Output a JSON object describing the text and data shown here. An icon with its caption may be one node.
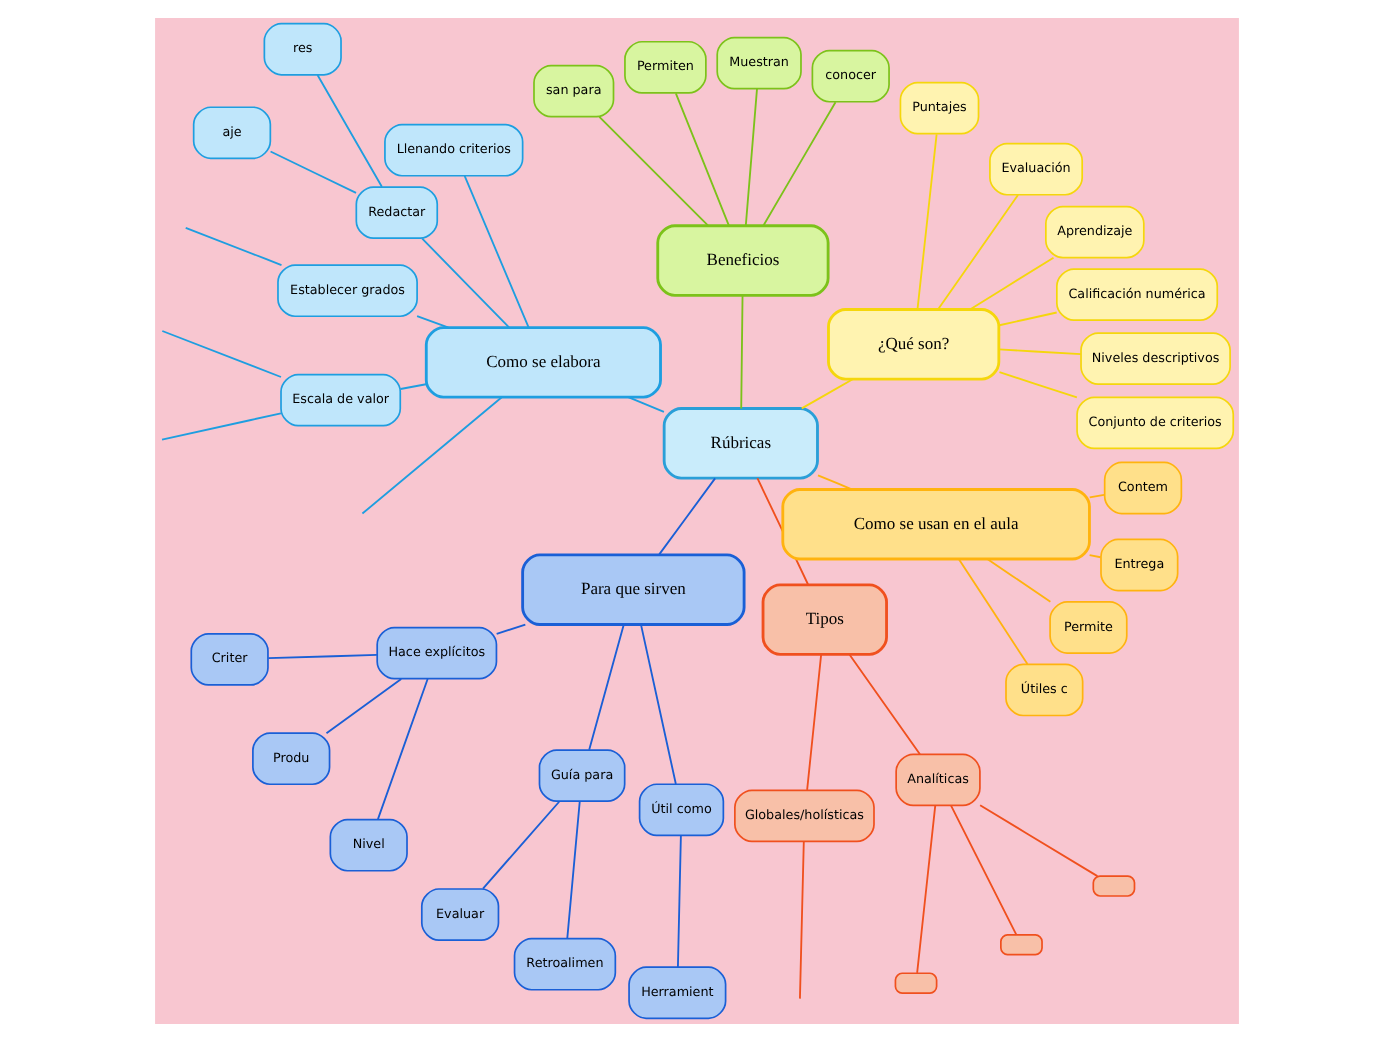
{
  "diagram": {
    "nodes": [
      {
        "text": [
          "Rúbricas"
        ]
      },
      {
        "text": [
          "¿Qué son?"
        ]
      },
      {
        "text": [
          "Conjunto de criterios"
        ]
      },
      {
        "text": [
          "Niveles descriptivos"
        ]
      },
      {
        "text": [
          "Calificación numérica"
        ]
      },
      {
        "text": [
          "Aprendizaje"
        ]
      },
      {
        "text": [
          "Evaluación"
        ]
      },
      {
        "text": [
          "Puntajes"
        ]
      },
      {
        "text": [
          "Beneficios"
        ]
      },
      {
        "text": [
          "conocer"
        ]
      },
      {
        "text": [
          "Muestran"
        ]
      },
      {
        "text": [
          "Permiten"
        ]
      },
      {
        "text": [
          "san para"
        ]
      },
      {
        "text": [
          "Como se elabora"
        ]
      },
      {
        "text": [
          "Llenando criterios"
        ]
      },
      {
        "text": [
          "Redactar"
        ]
      },
      {
        "text": [
          "res"
        ]
      },
      {
        "text": [
          "aje"
        ]
      },
      {
        "text": [
          "Establecer grados"
        ]
      },
      {
        "text": [
          "Escala de valor"
        ]
      },
      {
        "text": [
          "Para que sirven"
        ]
      },
      {
        "text": [
          "Hace explícitos"
        ]
      },
      {
        "text": [
          "Criter"
        ]
      },
      {
        "text": [
          "Produ"
        ]
      },
      {
        "text": [
          "Nivel"
        ]
      },
      {
        "text": [
          "Guía para"
        ]
      },
      {
        "text": [
          "Evaluar"
        ]
      },
      {
        "text": [
          "Retroalimen"
        ]
      },
      {
        "text": [
          "Útil como"
        ]
      },
      {
        "text": [
          "Herramient"
        ]
      },
      {
        "text": [
          "Tipos"
        ]
      },
      {
        "text": [
          "Globales/holísticas"
        ]
      },
      {
        "text": [
          "Analíticas"
        ]
      },
      {
        "text": [],
        "shape": "box"
      },
      {
        "text": [],
        "shape": "box"
      },
      {
        "text": [],
        "shape": "box"
      },
      {
        "text": [
          "Como se usan en el aula"
        ]
      },
      {
        "text": [
          "Útiles c"
        ]
      },
      {
        "text": [
          "Permite"
        ]
      },
      {
        "text": [
          "Entrega"
        ]
      },
      {
        "text": [
          "Contem"
        ]
      }
    ],
    "edges": [
      {
        "from": 0,
        "to": 1,
        "arrow": "none",
        "color": "#f5d60c"
      },
      {
        "from": 1,
        "to": 2,
        "arrow": "none",
        "color": "#f5d60c"
      },
      {
        "from": 1,
        "to": 3,
        "arrow": "none",
        "color": "#f5d60c"
      },
      {
        "from": 1,
        "to": 4,
        "arrow": "none",
        "color": "#f5d60c"
      },
      {
        "from": 1,
        "to": 5,
        "arrow": "none",
        "color": "#f5d60c"
      },
      {
        "from": 1,
        "to": 6,
        "arrow": "none",
        "color": "#f5d60c"
      },
      {
        "from": 1,
        "to": 7,
        "arrow": "none",
        "color": "#f5d60c"
      },
      {
        "from": 0,
        "to": 8,
        "arrow": "none",
        "color": "#7cc21a"
      },
      {
        "from": 8,
        "to": 9,
        "arrow": "none",
        "color": "#7cc21a"
      },
      {
        "from": 8,
        "to": 10,
        "arrow": "none",
        "color": "#7cc21a"
      },
      {
        "from": 8,
        "to": 11,
        "arrow": "none",
        "color": "#7cc21a"
      },
      {
        "from": 8,
        "to": 12,
        "arrow": "none",
        "color": "#7cc21a"
      },
      {
        "from": 0,
        "to": 13,
        "arrow": "none",
        "color": "#1e9ee0"
      },
      {
        "from": 13,
        "to": 14,
        "arrow": "none",
        "color": "#1e9ee0"
      },
      {
        "from": 13,
        "to": 15,
        "arrow": "none",
        "color": "#1e9ee0"
      },
      {
        "from": 15,
        "to": 16,
        "arrow": "none",
        "color": "#1e9ee0"
      },
      {
        "from": 15,
        "to": 17,
        "arrow": "none",
        "color": "#1e9ee0"
      },
      {
        "from": 13,
        "to": 18,
        "arrow": "none",
        "color": "#1e9ee0"
      },
      {
        "from": 18,
        "to": null,
        "arrow": "none",
        "color": "#1e9ee0"
      },
      {
        "from": 13,
        "to": 19,
        "arrow": "none",
        "color": "#1e9ee0"
      },
      {
        "from": 19,
        "to": null,
        "arrow": "none",
        "color": "#1e9ee0"
      },
      {
        "from": 19,
        "to": null,
        "arrow": "none",
        "color": "#1e9ee0"
      },
      {
        "from": 13,
        "to": null,
        "arrow": "none",
        "color": "#1e9ee0"
      },
      {
        "from": 0,
        "to": 20,
        "arrow": "none",
        "color": "#1a5fd6"
      },
      {
        "from": 20,
        "to": 21,
        "arrow": "none",
        "color": "#1a5fd6"
      },
      {
        "from": 21,
        "to": 22,
        "arrow": "none",
        "color": "#1a5fd6"
      },
      {
        "from": 21,
        "to": 23,
        "arrow": "none",
        "color": "#1a5fd6"
      },
      {
        "from": 21,
        "to": 24,
        "arrow": "none",
        "color": "#1a5fd6"
      },
      {
        "from": 20,
        "to": 25,
        "arrow": "none",
        "color": "#1a5fd6"
      },
      {
        "from": 25,
        "to": 26,
        "arrow": "none",
        "color": "#1a5fd6"
      },
      {
        "from": 25,
        "to": 27,
        "arrow": "none",
        "color": "#1a5fd6"
      },
      {
        "from": 20,
        "to": 28,
        "arrow": "none",
        "color": "#1a5fd6"
      },
      {
        "from": 28,
        "to": 29,
        "arrow": "none",
        "color": "#1a5fd6"
      },
      {
        "from": 0,
        "to": 30,
        "arrow": "none",
        "color": "#f0501e"
      },
      {
        "from": 30,
        "to": 31,
        "arrow": "none",
        "color": "#f0501e"
      },
      {
        "from": 31,
        "to": null,
        "arrow": "none",
        "color": "#f0501e"
      },
      {
        "from": 30,
        "to": 32,
        "arrow": "none",
        "color": "#f0501e"
      },
      {
        "from": 32,
        "to": 33,
        "arrow": "none",
        "color": "#f0501e"
      },
      {
        "from": 32,
        "to": 34,
        "arrow": "none",
        "color": "#f0501e"
      },
      {
        "from": 32,
        "to": 35,
        "arrow": "none",
        "color": "#f0501e"
      },
      {
        "from": 0,
        "to": 36,
        "arrow": "none",
        "color": "#ffb30f"
      },
      {
        "from": 36,
        "to": 37,
        "arrow": "none",
        "color": "#ffb30f"
      },
      {
        "from": 36,
        "to": 38,
        "arrow": "none",
        "color": "#ffb30f"
      },
      {
        "from": 36,
        "to": 39,
        "arrow": "none",
        "color": "#ffb30f"
      },
      {
        "from": 36,
        "to": 40,
        "arrow": "none",
        "color": "#ffb30f"
      }
    ]
  }
}
